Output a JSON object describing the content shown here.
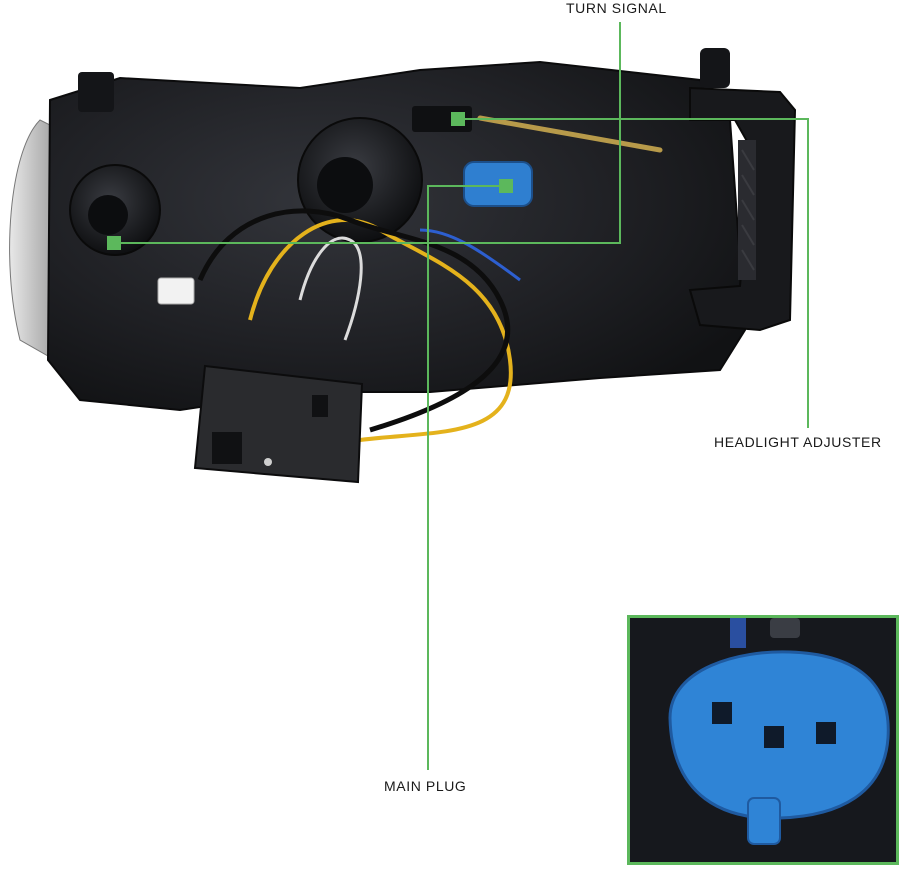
{
  "callouts": {
    "turn_signal": "TURN SIGNAL",
    "headlight_adjuster": "HEADLIGHT ADJUSTER",
    "main_plug": "MAIN PLUG"
  },
  "colors": {
    "callout_green": "#5cb85c",
    "housing_black": "#1c1d21",
    "connector_blue": "#2f7fd0",
    "wire_yellow": "#e4b21c"
  }
}
